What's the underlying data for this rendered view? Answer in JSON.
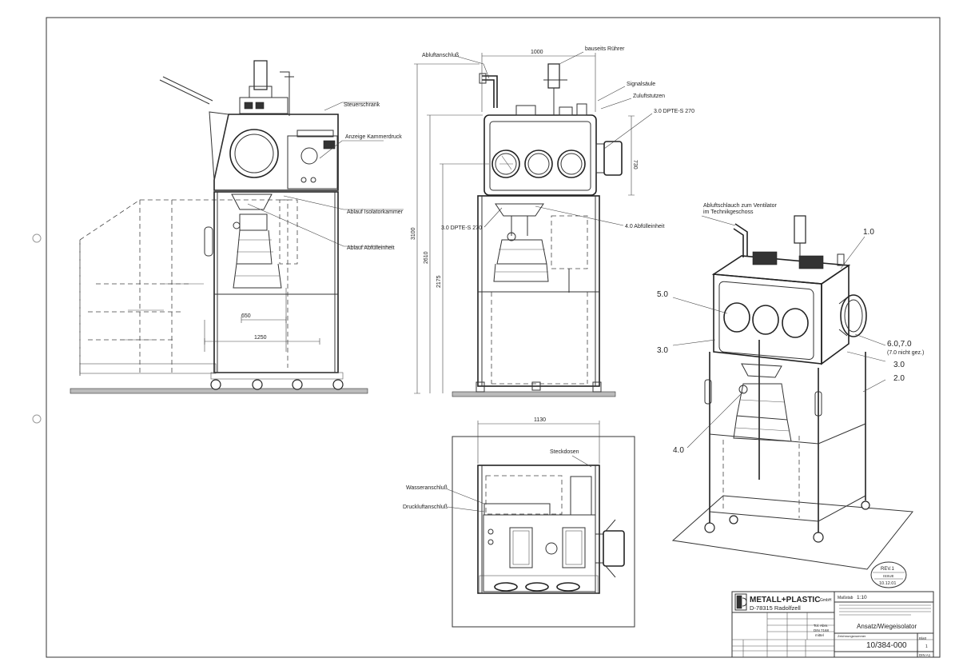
{
  "labels": {
    "steuerschrank": "Steuerschrank",
    "anzeige_kammerdruck": "Anzeige Kammerdruck",
    "ablauf_isolatorkammer": "Ablauf Isolatorkammer",
    "ablauf_abfuelleinheit": "Ablauf Abfülleinheit",
    "abluftanschluss": "Abluftanschluß",
    "bauseits_ruehrer": "bauseits Rührer",
    "signalsaeule": "Signalsäule",
    "zuluftstutzen": "Zuluftstutzen",
    "dpte_right": "3.0 DPTE-S 270",
    "dpte_left": "3.0 DPTE-S 270",
    "abfuelleinheit_40": "4.0 Abfülleinheit",
    "abluftschlauch_1": "Abluftschlauch zum Ventilator",
    "abluftschlauch_2": "im Technikgeschoss",
    "steckdosen": "Steckdosen",
    "wasseranschluss": "Wasseranschluß",
    "druckluftanschluss": "Druckluftanschluß"
  },
  "dimensions": {
    "d650": "650",
    "d1250": "1250",
    "d1000": "1000",
    "d730": "730",
    "d3100": "3100",
    "d2610": "2610",
    "d2175": "2175",
    "d1130": "1130"
  },
  "callouts": {
    "c10": "1.0",
    "c50": "5.0",
    "c30a": "3.0",
    "c6070": "6.0,7.0",
    "c6070_note": "(7.0 nicht gez.)",
    "c30b": "3.0",
    "c20": "2.0",
    "c40": "4.0"
  },
  "revision": {
    "rev": "REV.1",
    "issue": "ISSUE",
    "date": "10.12.01"
  },
  "title_block": {
    "company": "METALL+PLASTIC",
    "company_suffix": "GmbH",
    "address": "D-78315 Radolfzell",
    "scale_label": "Maßstab",
    "scale": "1:10",
    "title": "Ansatz/Wiegeisolator",
    "drawing_no": "10/384-000",
    "sheet_label": "Blatt",
    "sheet_no": "1",
    "format": "DIN A1",
    "norm": "DIN 7168",
    "norm_sub": "mittel",
    "tol_label": "Tol. Abm.",
    "zeichnungsnummer": "Zeichnungsnummer"
  }
}
